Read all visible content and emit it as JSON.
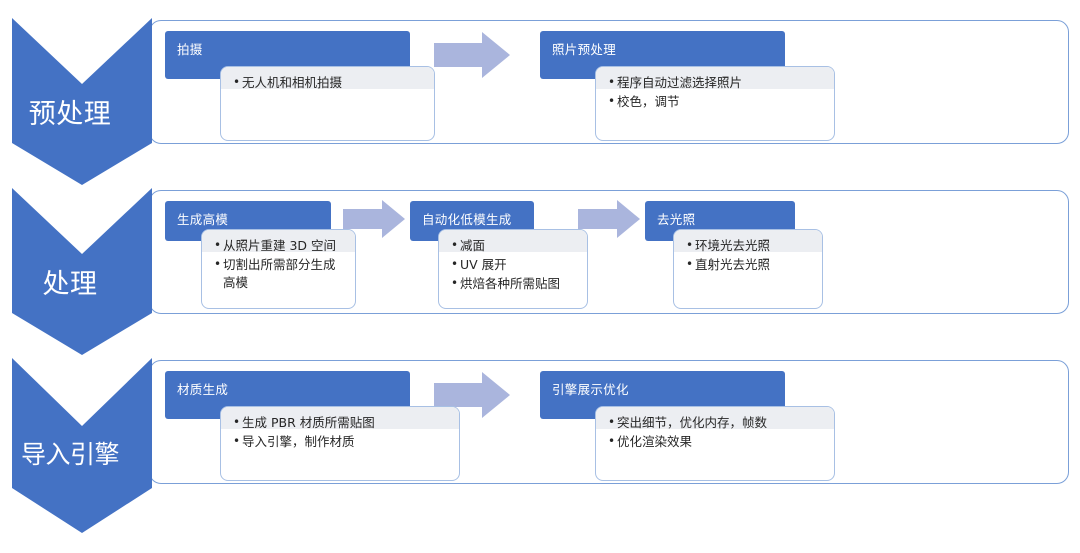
{
  "diagram": {
    "title_text": "",
    "colors": {
      "chevron_fill": "#4472c4",
      "header_fill": "#4472c4",
      "arrow_fill": "#aab5dd",
      "band_border": "#7ba0d8",
      "body_border": "#a8c0e4",
      "body_fill": "#ffffff",
      "text_dark": "#262626",
      "text_light": "#ffffff"
    },
    "rows": [
      {
        "stage_label": "预处理",
        "steps": [
          {
            "header": "拍摄",
            "bullets": [
              "无人机和相机拍摄"
            ]
          },
          {
            "header": "照片预处理",
            "bullets": [
              "程序自动过滤选择照片",
              "校色，调节"
            ]
          }
        ],
        "connectors": [
          "arrow-right-icon"
        ]
      },
      {
        "stage_label": "处理",
        "steps": [
          {
            "header": "生成高模",
            "bullets": [
              "从照片重建 3D 空间",
              "切割出所需部分生成\n高模"
            ]
          },
          {
            "header": "自动化低模生成",
            "bullets": [
              "减面",
              "UV 展开",
              "烘焙各种所需贴图"
            ]
          },
          {
            "header": "去光照",
            "bullets": [
              "环境光去光照",
              "直射光去光照"
            ]
          }
        ],
        "connectors": [
          "arrow-right-icon",
          "arrow-right-icon"
        ]
      },
      {
        "stage_label": "导入引擎",
        "steps": [
          {
            "header": "材质生成",
            "bullets": [
              "生成 PBR 材质所需贴图",
              "导入引擎，制作材质"
            ]
          },
          {
            "header": "引擎展示优化",
            "bullets": [
              "突出细节，优化内存，帧数",
              "优化渲染效果"
            ]
          }
        ],
        "connectors": [
          "arrow-right-icon"
        ]
      }
    ]
  }
}
